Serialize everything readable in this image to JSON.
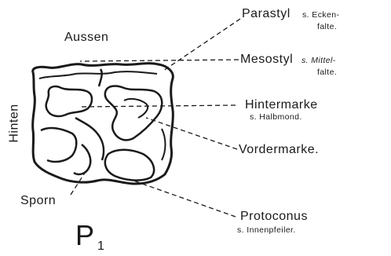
{
  "labels": {
    "aussen": "Aussen",
    "hinten": "Hinten",
    "sporn": "Sporn",
    "parastyl": "Parastyl",
    "parastyl_note_1": "s. Ecken-",
    "parastyl_note_2": "falte.",
    "mesostyl": "Mesostyl",
    "mesostyl_note_1": "s. Mittel-",
    "mesostyl_note_2": "falte.",
    "hintermarke": "Hintermarke",
    "hintermarke_note": "s. Halbmond.",
    "vordermarke": "Vordermarke.",
    "protoconus": "Protoconus",
    "protoconus_note": "s. Innenpfeiler.",
    "tooth_letter": "P",
    "tooth_subscript": "1"
  },
  "colors": {
    "ink": "#1a1a1a",
    "background": "#ffffff"
  }
}
